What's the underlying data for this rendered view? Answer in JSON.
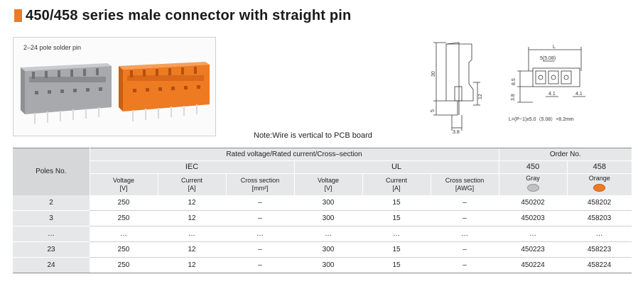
{
  "title": "450/458 series male connector with straight pin",
  "colors": {
    "accent": "#ee7a22",
    "gray_housing": "#9ea0a3",
    "orange_housing": "#ee7a22"
  },
  "photo": {
    "caption": "2–24 pole solder pin"
  },
  "drawing": {
    "side_labels": [
      "30",
      "12",
      "5",
      "3.8"
    ],
    "top_labels": [
      "L",
      "5(5.08)",
      "8.5",
      "3.8",
      "4.1",
      "4.1"
    ],
    "formula": "L=(P−1)x5.0（5.08）+8.2mm"
  },
  "note": "Note:Wire is vertical to PCB board",
  "table": {
    "poles_header": "Poles No.",
    "rated_header": "Rated voltage/Rated current/Cross–section",
    "order_header": "Order No.",
    "iec_header": "IEC",
    "ul_header": "UL",
    "order_450": "450",
    "order_458": "458",
    "col_voltage": "Voltage",
    "unit_v": "[V]",
    "col_current": "Current",
    "unit_a": "[A]",
    "col_cross": "Cross section",
    "unit_mm": "[mm²]",
    "unit_awg": "[AWG]",
    "color_gray": "Gray",
    "color_orange": "Orange",
    "rows": [
      {
        "poles": "2",
        "iec_v": "250",
        "iec_a": "12",
        "iec_cs": "–",
        "ul_v": "300",
        "ul_a": "15",
        "ul_cs": "–",
        "o450": "450202",
        "o458": "458202"
      },
      {
        "poles": "3",
        "iec_v": "250",
        "iec_a": "12",
        "iec_cs": "–",
        "ul_v": "300",
        "ul_a": "15",
        "ul_cs": "–",
        "o450": "450203",
        "o458": "458203"
      },
      {
        "poles": "…",
        "iec_v": "…",
        "iec_a": "…",
        "iec_cs": "…",
        "ul_v": "…",
        "ul_a": "…",
        "ul_cs": "…",
        "o450": "…",
        "o458": "…"
      },
      {
        "poles": "23",
        "iec_v": "250",
        "iec_a": "12",
        "iec_cs": "–",
        "ul_v": "300",
        "ul_a": "15",
        "ul_cs": "–",
        "o450": "450223",
        "o458": "458223"
      },
      {
        "poles": "24",
        "iec_v": "250",
        "iec_a": "12",
        "iec_cs": "–",
        "ul_v": "300",
        "ul_a": "15",
        "ul_cs": "–",
        "o450": "450224",
        "o458": "458224"
      }
    ]
  }
}
